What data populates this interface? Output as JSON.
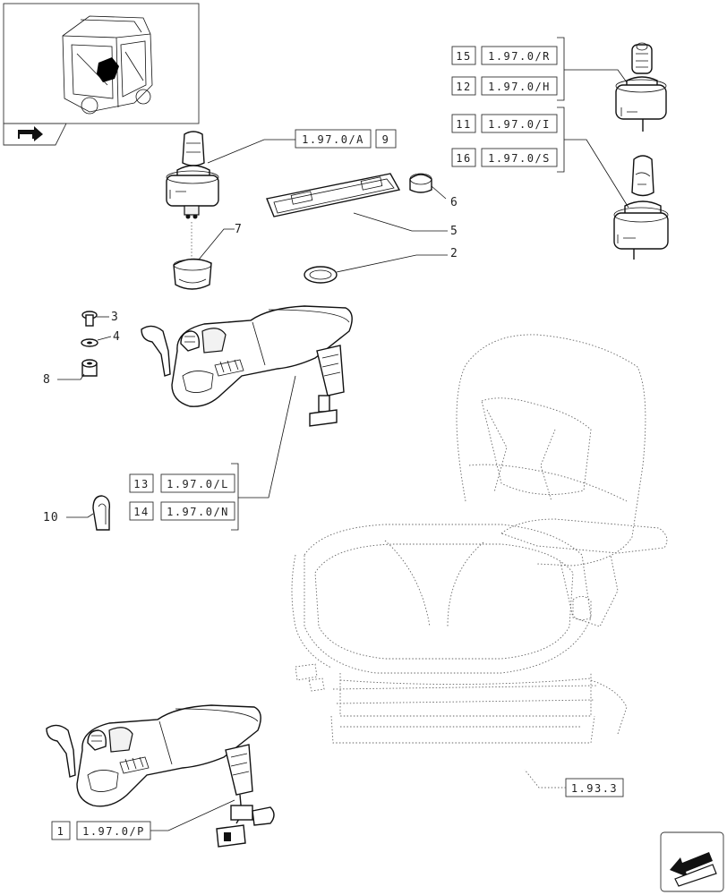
{
  "callouts": {
    "c2": "2",
    "c3": "3",
    "c4": "4",
    "c5": "5",
    "c6": "6",
    "c7": "7",
    "c8": "8",
    "c10": "10"
  },
  "refs": {
    "r1": {
      "num": "1",
      "ref": "1.97.0/P"
    },
    "r9": {
      "num": "9",
      "ref": "1.97.0/A"
    },
    "r11": {
      "num": "11",
      "ref": "1.97.0/I"
    },
    "r12": {
      "num": "12",
      "ref": "1.97.0/H"
    },
    "r13": {
      "num": "13",
      "ref": "1.97.0/L"
    },
    "r14": {
      "num": "14",
      "ref": "1.97.0/N"
    },
    "r15": {
      "num": "15",
      "ref": "1.97.0/R"
    },
    "r16": {
      "num": "16",
      "ref": "1.97.0/S"
    },
    "seat": "1.93.3"
  },
  "icons": {
    "thumbnail": "tractor-cab-thumbnail",
    "nav": "next-page-arrow-icon"
  }
}
